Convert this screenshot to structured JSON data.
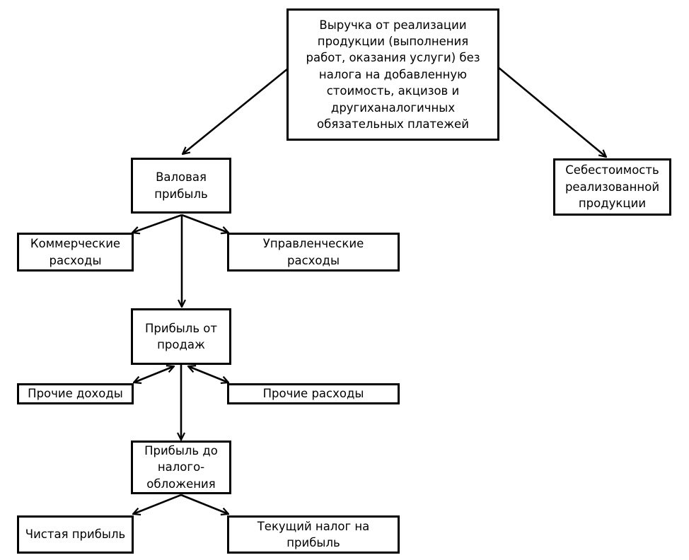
{
  "diagram": {
    "nodes": {
      "revenue": "Выручка от реализации\nпродукции (выполнения\nработ, оказания услуги) без\nналога на добавленную\nстоимость, акцизов и\nдругиханалогичных\nобязательных платежей",
      "cost": "Себестоимость\nреализованной\nпродукции",
      "gross_profit": "Валовая\nприбыль",
      "commercial": "Коммерческие\nрасходы",
      "administrative": "Управленческие\nрасходы",
      "sales_profit": "Прибыль от\nпродаж",
      "other_income": "Прочие доходы",
      "other_expenses": "Прочие расходы",
      "pretax_profit": "Прибыль до\nналого-\nобложения",
      "net_profit": "Чистая прибыль",
      "current_tax": "Текущий налог на\nприбыль"
    },
    "edges": [
      {
        "from": "revenue",
        "to": "gross_profit"
      },
      {
        "from": "revenue",
        "to": "cost"
      },
      {
        "from": "gross_profit",
        "to": "commercial"
      },
      {
        "from": "gross_profit",
        "to": "administrative"
      },
      {
        "from": "gross_profit",
        "to": "sales_profit"
      },
      {
        "from": "sales_profit",
        "to": "other_income",
        "bidirectional": true
      },
      {
        "from": "sales_profit",
        "to": "other_expenses",
        "bidirectional": true
      },
      {
        "from": "sales_profit",
        "to": "pretax_profit"
      },
      {
        "from": "pretax_profit",
        "to": "net_profit"
      },
      {
        "from": "pretax_profit",
        "to": "current_tax"
      }
    ]
  }
}
